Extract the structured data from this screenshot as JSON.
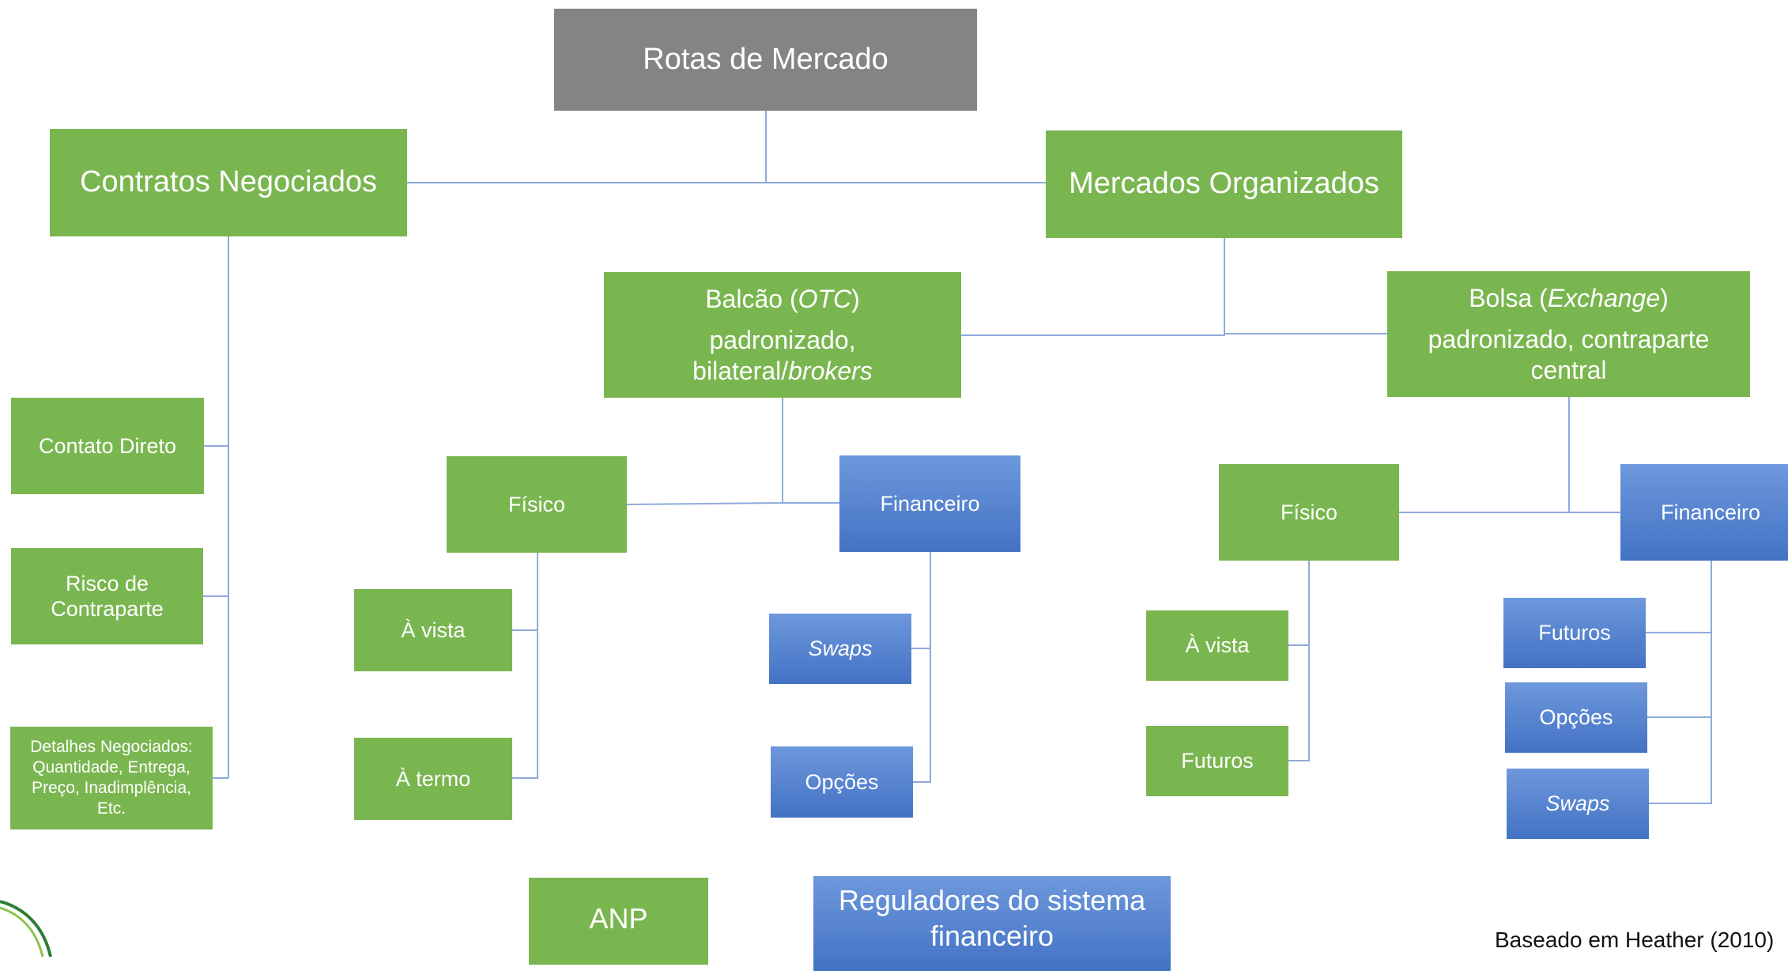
{
  "colors": {
    "green": "#7ab650",
    "blue": "#4472c4",
    "gray": "#848484",
    "connector": "#8faadc"
  },
  "root": {
    "title": "Rotas de Mercado"
  },
  "contratos": {
    "title": "Contratos Negociados",
    "items": [
      {
        "lines": [
          "Contato Direto"
        ]
      },
      {
        "lines": [
          "Risco de",
          "Contraparte"
        ]
      },
      {
        "lines": [
          "Detalhes Negociados:",
          "Quantidade, Entrega,",
          "Preço, Inadimplência,",
          "Etc."
        ]
      }
    ]
  },
  "mercados": {
    "title": "Mercados Organizados",
    "otc": {
      "title_prefix": "Balcão (",
      "title_italic": "OTC",
      "title_suffix": ")",
      "desc_line1": "padronizado,",
      "desc_line2_prefix": "bilateral/",
      "desc_line2_italic": "brokers",
      "fisico": {
        "label": "Físico",
        "items": [
          "À vista",
          "À termo"
        ]
      },
      "financeiro": {
        "label": "Financeiro",
        "items": [
          "Swaps",
          "Opções"
        ]
      }
    },
    "exchange": {
      "title_prefix": "Bolsa (",
      "title_italic": "Exchange",
      "title_suffix": ")",
      "desc_line1": "padronizado, contraparte",
      "desc_line2": "central",
      "fisico": {
        "label": "Físico",
        "items": [
          "À vista",
          "Futuros"
        ]
      },
      "financeiro": {
        "label": "Financeiro",
        "items": [
          "Futuros",
          "Opções",
          "Swaps"
        ]
      }
    }
  },
  "regulators": {
    "anp": "ANP",
    "financial_line1": "Reguladores do sistema",
    "financial_line2": "financeiro"
  },
  "credit": "Baseado em Heather (2010)"
}
